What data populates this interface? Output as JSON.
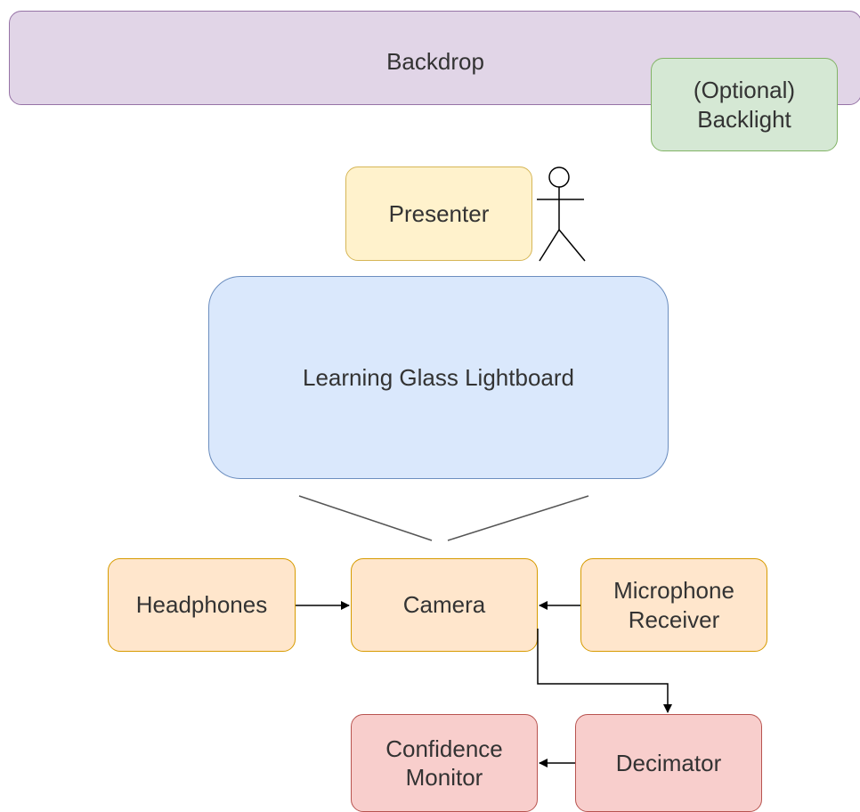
{
  "nodes": {
    "backdrop": "Backdrop",
    "backlight": "(Optional)\nBacklight",
    "presenter": "Presenter",
    "lightboard": "Learning Glass Lightboard",
    "headphones": "Headphones",
    "camera": "Camera",
    "microphone_receiver": "Microphone\nReceiver",
    "confidence_monitor": "Confidence\nMonitor",
    "decimator": "Decimator"
  },
  "colors": {
    "purple_fill": "#e1d5e7",
    "green_fill": "#d5e8d4",
    "yellow_fill": "#fff2cc",
    "blue_fill": "#dae8fc",
    "orange_fill": "#ffe6cc",
    "red_fill": "#f8cecc",
    "line": "#000000"
  },
  "icons": {
    "presenter_figure": "stick-figure-icon"
  }
}
